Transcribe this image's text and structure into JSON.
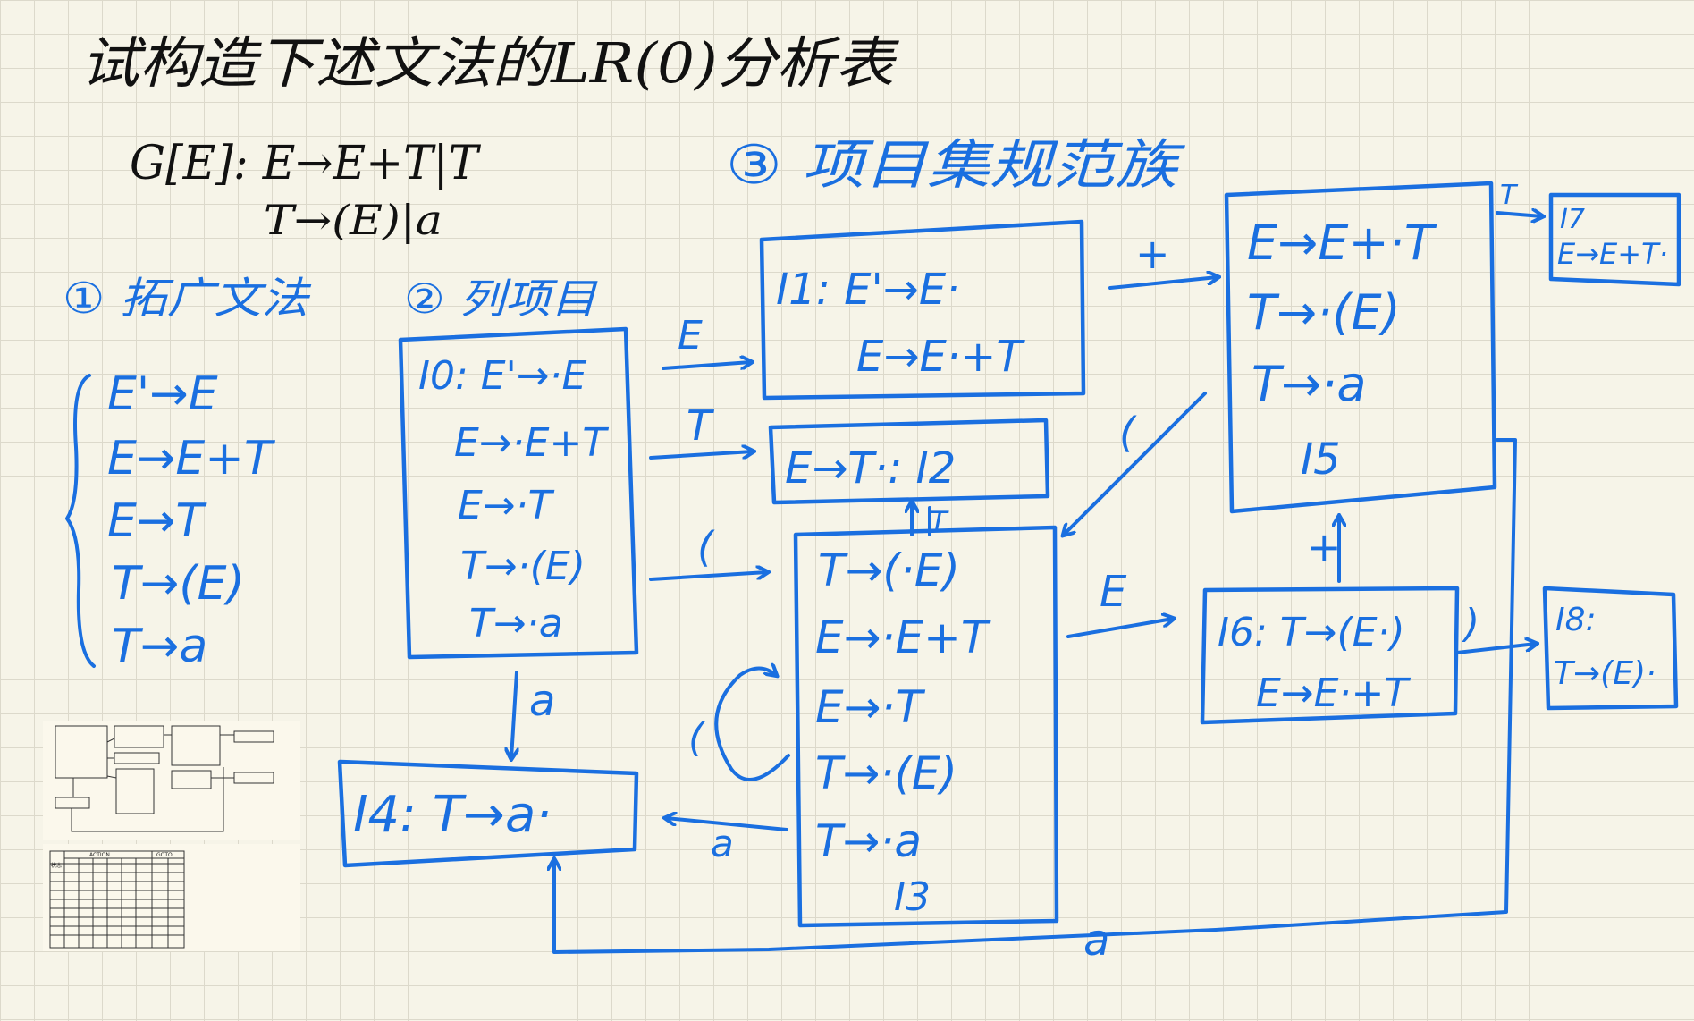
{
  "title": "试构造下述文法的LR(0)分析表",
  "grammar": {
    "line1": "G[E]: E→E+T|T",
    "line2": "T→(E)|a"
  },
  "section1": {
    "label": "① 拓广文法",
    "productions": [
      "E'→E",
      "E→E+T",
      "E→T",
      "T→(E)",
      "T→a"
    ]
  },
  "section2": {
    "label": "② 列项目"
  },
  "section3": {
    "label": "③ 项目集规范族"
  },
  "states": {
    "I0": {
      "lines": [
        "I0: E'→·E",
        "E→·E+T",
        "E→·T",
        "T→·(E)",
        "T→·a"
      ]
    },
    "I1": {
      "lines": [
        "I1: E'→E·",
        "E→E·+T"
      ]
    },
    "I2": {
      "lines": [
        "E→T·: I2"
      ]
    },
    "I3": {
      "lines": [
        "T→(·E)",
        "E→·E+T",
        "E→·T",
        "T→·(E)",
        "T→·a",
        "I3"
      ]
    },
    "I4": {
      "lines": [
        "I4: T→a·"
      ]
    },
    "I5": {
      "lines": [
        "E→E+·T",
        "T→·(E)",
        "T→·a",
        "I5"
      ]
    },
    "I6": {
      "lines": [
        "I6: T→(E·)",
        "E→E·+T"
      ]
    },
    "I7": {
      "lines": [
        "I7",
        "E→E+T·"
      ]
    },
    "I8": {
      "lines": [
        "I8:",
        "T→(E)·"
      ]
    }
  },
  "transitions": {
    "I0_I1": "E",
    "I0_I2": "T",
    "I0_I3": "(",
    "I0_I4": "a",
    "I1_I5": "+",
    "I5_I7": "T",
    "I5_I3": "(",
    "I3_I6": "E",
    "I3_I3": "(",
    "I3_I4": "a",
    "I3_I2": "T",
    "I6_I5": "+",
    "I6_I8": ")",
    "I5_I4": "a"
  },
  "thumbnail": {
    "action_label": "ACTION",
    "goto_label": "GOTO",
    "state_label": "状态"
  }
}
